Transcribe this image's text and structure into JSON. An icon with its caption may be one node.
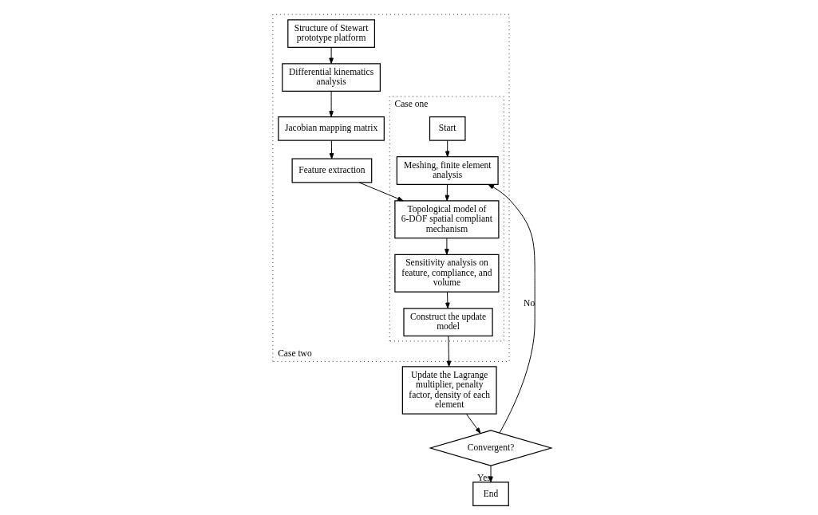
{
  "diagram": {
    "nodes": [
      {
        "text": [
          "Case two"
        ]
      },
      {
        "text": [
          "Case one"
        ],
        "in": 0
      },
      {
        "text": [
          "Structure of Stewart prototype platform"
        ],
        "in": 0
      },
      {
        "text": [
          "Differential kinematics analysis"
        ],
        "in": 0
      },
      {
        "text": [
          "Jacobian mapping matrix"
        ],
        "in": 0
      },
      {
        "text": [
          "Feature extraction"
        ],
        "in": 0
      },
      {
        "text": [
          "Start"
        ],
        "in": 1
      },
      {
        "text": [
          "Meshing, finite element analysis"
        ],
        "in": 1
      },
      {
        "text": [
          "Topological model of 6-DOF spatial compliant mechanism"
        ],
        "in": 1
      },
      {
        "text": [
          "Sensitivity analysis on feature, compliance, and volume"
        ],
        "in": 1
      },
      {
        "text": [
          "Construct the update model"
        ],
        "in": 1
      },
      {
        "text": [
          "End"
        ]
      },
      {
        "text": [
          "Convergent?"
        ]
      },
      {
        "text": [
          "Update the Lagrange multiplier, penalty factor, density of each element"
        ]
      }
    ],
    "edges": [
      {
        "from": 2,
        "to": 3,
        "arrow": "to"
      },
      {
        "from": 3,
        "to": 4,
        "arrow": "to"
      },
      {
        "from": 4,
        "to": 5,
        "arrow": "to"
      },
      {
        "from": 5,
        "to": 8,
        "arrow": "to"
      },
      {
        "from": 6,
        "to": 7,
        "arrow": "to"
      },
      {
        "from": 7,
        "to": 8,
        "arrow": "to"
      },
      {
        "from": 8,
        "to": 9,
        "arrow": "to"
      },
      {
        "from": 9,
        "to": 10,
        "arrow": "to"
      },
      {
        "from": 10,
        "to": 13,
        "arrow": "to"
      },
      {
        "from": 13,
        "to": 12,
        "arrow": "to"
      },
      {
        "from": 12,
        "to": 11,
        "arrow": "to",
        "label": "Yes"
      },
      {
        "from": 12,
        "to": 7,
        "arrow": "to",
        "label": "No"
      }
    ]
  }
}
